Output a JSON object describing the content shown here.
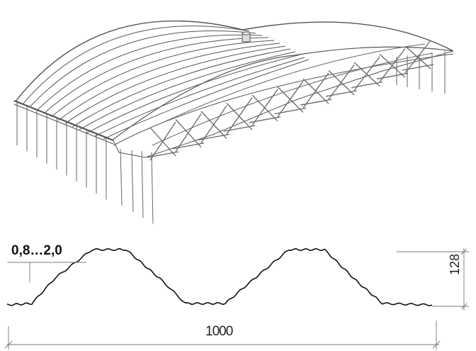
{
  "dimensions": {
    "thickness": "0,8…2,0",
    "height": "128",
    "width": "1000"
  },
  "colors": {
    "line": "#555555",
    "truss": "#666666",
    "dimension": "#777777"
  }
}
